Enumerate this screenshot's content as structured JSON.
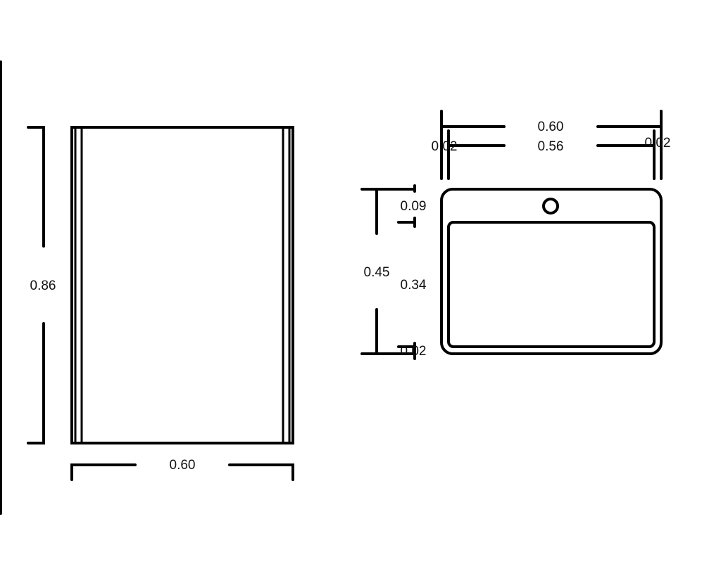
{
  "front_view": {
    "height_label": "0.86",
    "width_label": "0.60"
  },
  "top_view": {
    "outer_width_label": "0.60",
    "inner_width_label": "0.56",
    "left_rim_label": "0.02",
    "right_rim_label": "0.02",
    "total_depth_label": "0.45",
    "back_ledge_label": "0.09",
    "basin_depth_label": "0.34",
    "front_rim_label": "0.02"
  }
}
